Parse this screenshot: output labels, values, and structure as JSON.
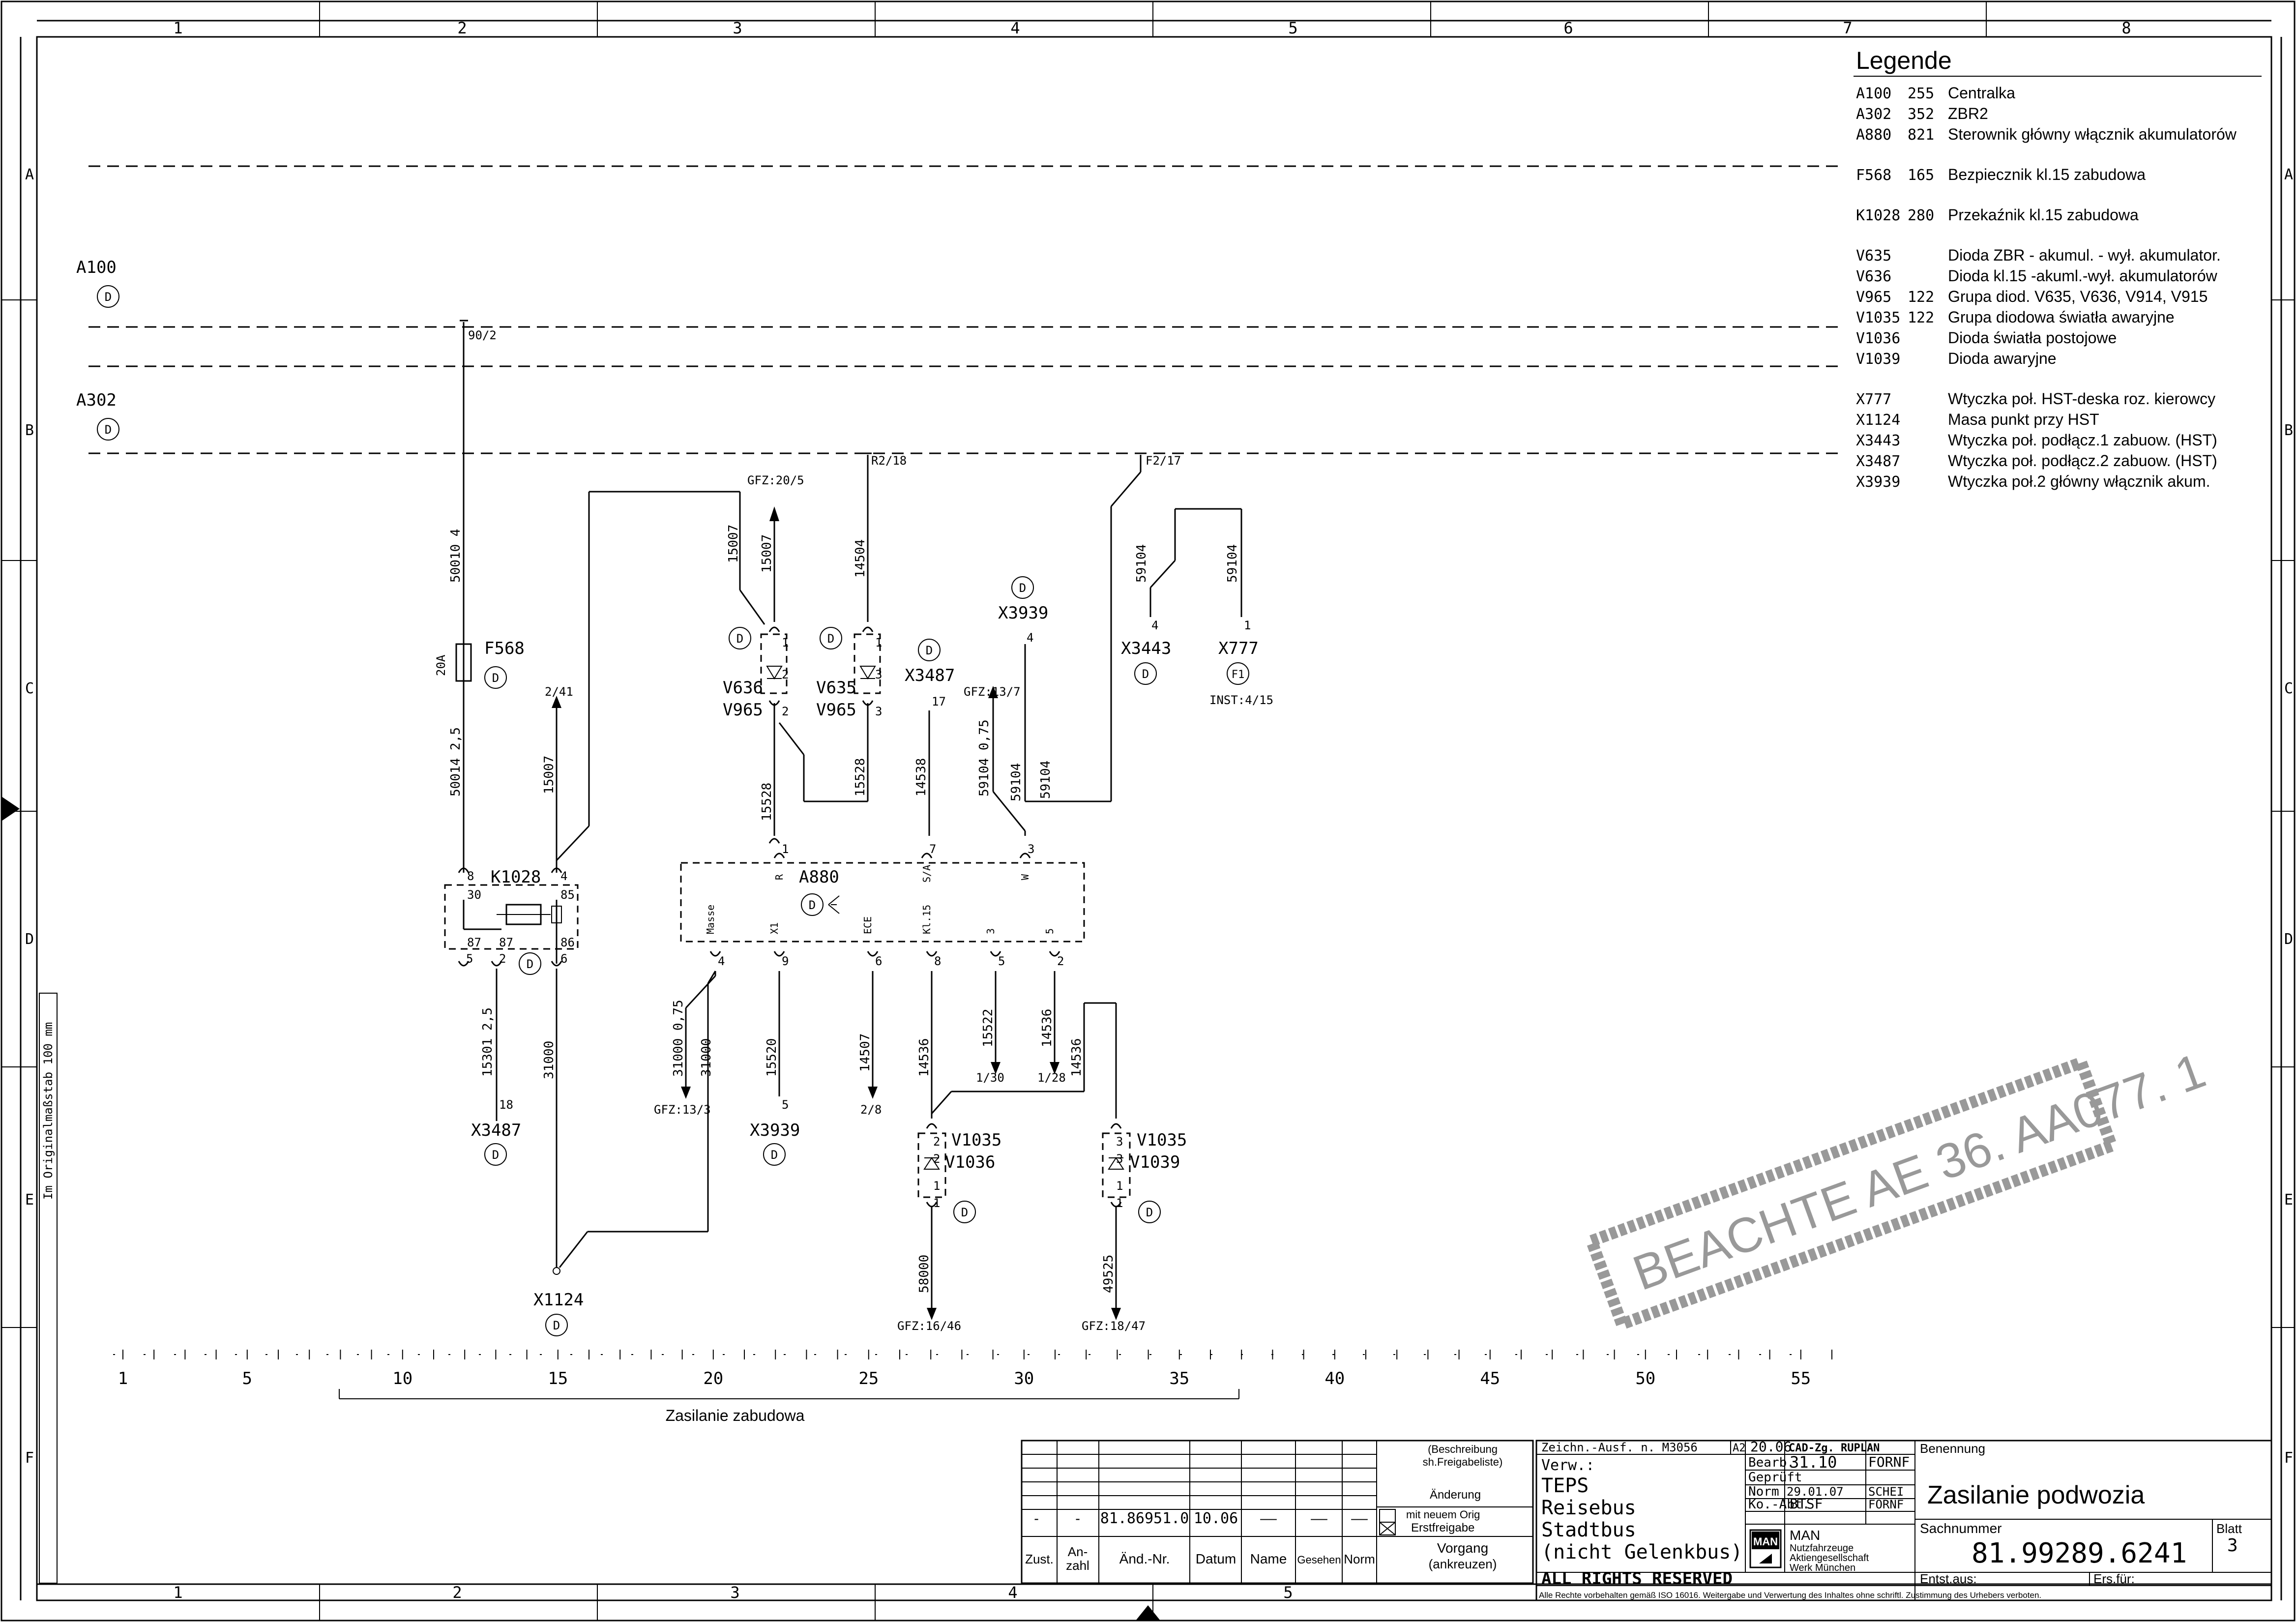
{
  "frame": {
    "cols": [
      "1",
      "2",
      "3",
      "4",
      "5",
      "6",
      "7",
      "8"
    ],
    "rows": [
      "A",
      "B",
      "C",
      "D",
      "E",
      "F"
    ],
    "side_note": "Im Originalmaßstab 100 mm"
  },
  "legend": {
    "title": "Legende",
    "groups": [
      [
        {
          "code": "A100",
          "num": "255",
          "desc": "Centralka"
        },
        {
          "code": "A302",
          "num": "352",
          "desc": "ZBR2"
        },
        {
          "code": "A880",
          "num": "821",
          "desc": "Sterownik główny włącznik akumulatorów"
        }
      ],
      [
        {
          "code": "F568",
          "num": "165",
          "desc": "Bezpiecznik kl.15 zabudowa"
        }
      ],
      [
        {
          "code": "K1028",
          "num": "280",
          "desc": "Przekaźnik kl.15 zabudowa"
        }
      ],
      [
        {
          "code": "V635",
          "num": "",
          "desc": "Dioda ZBR - akumul. - wył. akumulator."
        },
        {
          "code": "V636",
          "num": "",
          "desc": "Dioda kl.15 -akuml.-wył. akumulatorów"
        },
        {
          "code": "V965",
          "num": "122",
          "desc": "Grupa diod. V635, V636, V914, V915"
        },
        {
          "code": "V1035",
          "num": "122",
          "desc": "Grupa diodowa światła awaryjne"
        },
        {
          "code": "V1036",
          "num": "",
          "desc": "Dioda światła postojowe"
        },
        {
          "code": "V1039",
          "num": "",
          "desc": "Dioda awaryjne"
        }
      ],
      [
        {
          "code": "X777",
          "num": "",
          "desc": "Wtyczka poł. HST-deska roz. kierowcy"
        },
        {
          "code": "X1124",
          "num": "",
          "desc": "Masa punkt przy HST"
        },
        {
          "code": "X3443",
          "num": "",
          "desc": "Wtyczka poł. podłącz.1 zabuow. (HST)"
        },
        {
          "code": "X3487",
          "num": "",
          "desc": "Wtyczka poł. podłącz.2 zabuow. (HST)"
        },
        {
          "code": "X3939",
          "num": "",
          "desc": "Wtyczka poł.2 główny włącznik akum."
        }
      ]
    ]
  },
  "components": {
    "A100": "A100",
    "A302": "A302",
    "F568": "F568",
    "F568_rating": "20A",
    "K1028": "K1028",
    "A880": "A880",
    "V636": "V636",
    "V635": "V635",
    "V965": "V965",
    "X3487": "X3487",
    "X3939": "X3939",
    "X3443": "X3443",
    "X777": "X777",
    "V1035": "V1035",
    "V1036": "V1036",
    "V1039": "V1039",
    "X1124": "X1124",
    "D": "D",
    "F1": "F1"
  },
  "refs": {
    "r902": "90/2",
    "r218": "R2/18",
    "rf217": "F2/17",
    "gfz205": "GFZ:20/5",
    "r241": "2/41",
    "gfz137": "GFZ:13/7",
    "inst415": "INST:4/15",
    "gfz133": "GFZ:13/3",
    "r28": "2/8",
    "r130": "1/30",
    "r128": "1/28",
    "gfz1646": "GFZ:16/46",
    "gfz1847": "GFZ:18/47"
  },
  "wires": {
    "w50010": "50010  4",
    "w50014": "50014  2,5",
    "w15007a": "15007",
    "w15007b": "15007",
    "w15007c": "15007",
    "w14504": "14504",
    "w15528a": "15528",
    "w15528b": "15528",
    "w14538": "14538",
    "w59104a": "59104  0,75",
    "w59104b": "59104",
    "w59104c": "59104",
    "w59104d": "59104",
    "w59104e": "59104",
    "w15301": "15301  2,5",
    "w31000a": "31000",
    "w31000b": "31000  0,75",
    "w31000c": "31000",
    "w15520": "15520",
    "w14507": "14507",
    "w14536a": "14536",
    "w15522": "15522",
    "w14536b": "14536",
    "w14536c": "14536",
    "w58000": "58000",
    "w49525": "49525"
  },
  "pins": {
    "p4": "4",
    "p17": "17",
    "p1": "1",
    "p2": "2",
    "p3": "3",
    "p7": "7",
    "p8": "8",
    "p9": "9",
    "p6": "6",
    "p5": "5",
    "p18": "18",
    "p30": "30",
    "p85": "85",
    "p87": "87",
    "p86": "86",
    "R": "R",
    "SA": "S/A",
    "W": "W",
    "Masse": "Masse",
    "X1": "X1",
    "ECE": "ECE",
    "Kl15": "Kl.15"
  },
  "scale": {
    "ticks": [
      "1",
      "5",
      "10",
      "15",
      "20",
      "25",
      "30",
      "35",
      "40",
      "45",
      "50",
      "55"
    ],
    "group_label": "Zasilanie zabudowa"
  },
  "stamp": "BEACHTE  AE  36. AA077. 1",
  "title_block": {
    "rev_row": {
      "zust": "-",
      "anzahl": "-",
      "aend": "81.86951.0",
      "datum": "10.06",
      "name": "——",
      "gesehen": "——",
      "norm": "——"
    },
    "rev_headers": {
      "zust": "Zust.",
      "anzahl": "An-\nzahl",
      "aend": "Änd.-Nr.",
      "datum": "Datum",
      "name": "Name",
      "gesehen": "Gesehen",
      "norm": "Norm"
    },
    "beschreibung": "(Beschreibung sh.Freigabeliste)",
    "aenderung": "Änderung",
    "mit_neuem": "mit neuem Orig",
    "erstfreigabe": "Erstfreigabe",
    "vorgang": "Vorgang",
    "ankreuzen": "(ankreuzen)",
    "zeichn": "Zeichn.-Ausf. n. M3056",
    "size": "A2",
    "verw": "Verw.:",
    "usage": [
      "TEPS",
      "Reisebus",
      "Stadtbus",
      "(nicht Gelenkbus)"
    ],
    "rights": "ALL RIGHTS RESERVED",
    "copyright": "Alle Rechte vorbehalten gemäß ISO 16016. Weitergabe und Verwertung des Inhaltes ohne schriftl. Zustimmung des Urhebers verboten.",
    "cad_label": "CAD-Zg. RUPLAN",
    "bearb_label": "Bearb.",
    "bearb_date": "31.10",
    "bearb_name": "FORNF",
    "gepr_label": "Geprüft",
    "norm_label": "Norm",
    "norm_date": "29.01.07",
    "norm_name": "SCHEI",
    "koabt_label": "Ko.-Abt.",
    "koabt_val": "BTSF",
    "koabt_name": "FORNF",
    "year": "20.06",
    "benennung_label": "Benennung",
    "benennung": "Zasilanie podwozia",
    "sachnummer_label": "Sachnummer",
    "sachnummer": "81.99289.6241",
    "blatt_label": "Blatt",
    "blatt": "3",
    "entst_label": "Entst.aus:",
    "ers_label": "Ers.für:",
    "company": [
      "MAN",
      "Nutzfahrzeuge",
      "Aktiengesellschaft",
      "Werk München"
    ],
    "logo": "MAN"
  }
}
